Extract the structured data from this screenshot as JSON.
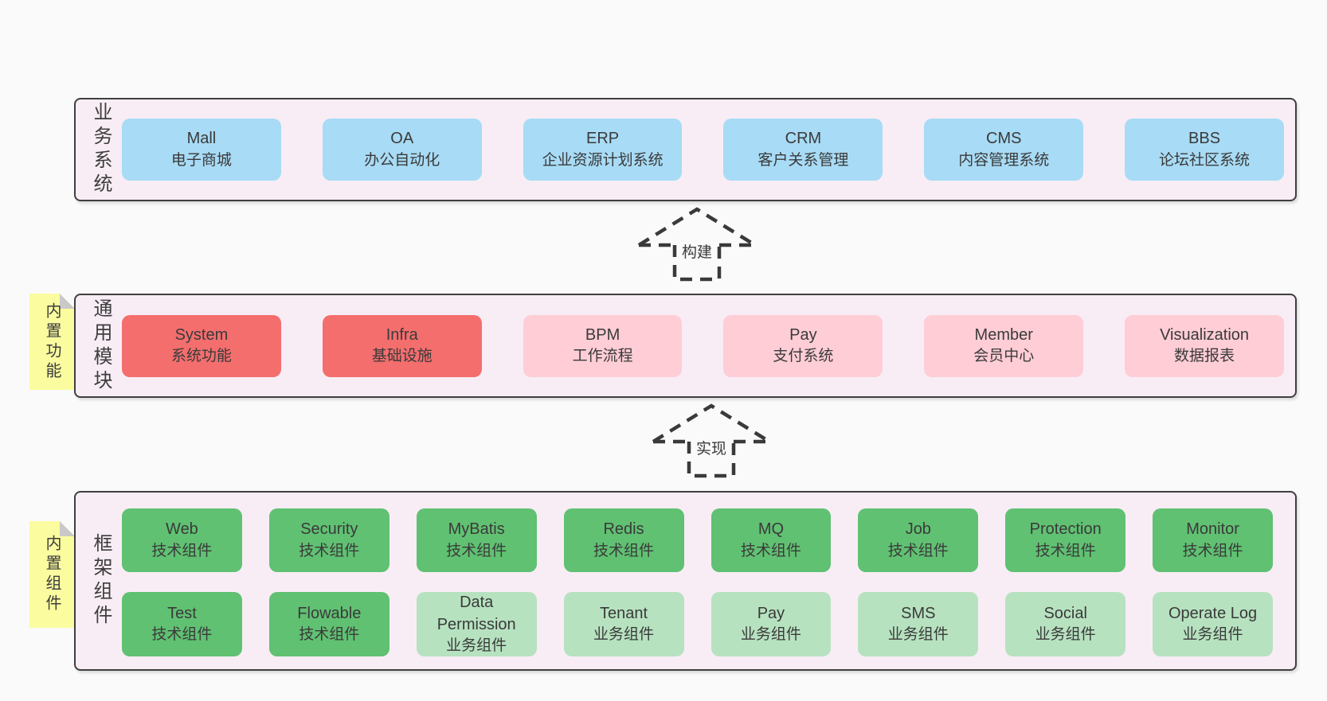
{
  "colors": {
    "page_background": "#fafafa",
    "band_background": "#f8edf5",
    "band_border": "#3f3f3f",
    "blue_box": "#a8dbf5",
    "red_box": "#f46e6e",
    "pink_box": "#fecdd6",
    "green_box": "#60c172",
    "light_green_box": "#b7e2c0",
    "sticky_yellow": "#fbfc9f",
    "sticky_fold_gray": "#c9c9c9",
    "text": "#3a3a3a"
  },
  "arrows": [
    {
      "label": "构建"
    },
    {
      "label": "实现"
    }
  ],
  "stickies": [
    {
      "label": "内置功能"
    },
    {
      "label": "内置组件"
    }
  ],
  "bands": [
    {
      "label": "业务系统",
      "boxes": [
        {
          "title": "Mall",
          "subtitle": "电子商城",
          "color": "blue"
        },
        {
          "title": "OA",
          "subtitle": "办公自动化",
          "color": "blue"
        },
        {
          "title": "ERP",
          "subtitle": "企业资源计划系统",
          "color": "blue"
        },
        {
          "title": "CRM",
          "subtitle": "客户关系管理",
          "color": "blue"
        },
        {
          "title": "CMS",
          "subtitle": "内容管理系统",
          "color": "blue"
        },
        {
          "title": "BBS",
          "subtitle": "论坛社区系统",
          "color": "blue"
        }
      ]
    },
    {
      "label": "通用模块",
      "boxes": [
        {
          "title": "System",
          "subtitle": "系统功能",
          "color": "red"
        },
        {
          "title": "Infra",
          "subtitle": "基础设施",
          "color": "red"
        },
        {
          "title": "BPM",
          "subtitle": "工作流程",
          "color": "pink"
        },
        {
          "title": "Pay",
          "subtitle": "支付系统",
          "color": "pink"
        },
        {
          "title": "Member",
          "subtitle": "会员中心",
          "color": "pink"
        },
        {
          "title": "Visualization",
          "subtitle": "数据报表",
          "color": "pink"
        }
      ]
    },
    {
      "label": "框架组件",
      "rows": [
        [
          {
            "title": "Web",
            "subtitle": "技术组件",
            "color": "green"
          },
          {
            "title": "Security",
            "subtitle": "技术组件",
            "color": "green"
          },
          {
            "title": "MyBatis",
            "subtitle": "技术组件",
            "color": "green"
          },
          {
            "title": "Redis",
            "subtitle": "技术组件",
            "color": "green"
          },
          {
            "title": "MQ",
            "subtitle": "技术组件",
            "color": "green"
          },
          {
            "title": "Job",
            "subtitle": "技术组件",
            "color": "green"
          },
          {
            "title": "Protection",
            "subtitle": "技术组件",
            "color": "green"
          },
          {
            "title": "Monitor",
            "subtitle": "技术组件",
            "color": "green"
          }
        ],
        [
          {
            "title": "Test",
            "subtitle": "技术组件",
            "color": "green"
          },
          {
            "title": "Flowable",
            "subtitle": "技术组件",
            "color": "green"
          },
          {
            "title": "Data Permission",
            "subtitle": "业务组件",
            "color": "green-light"
          },
          {
            "title": "Tenant",
            "subtitle": "业务组件",
            "color": "green-light"
          },
          {
            "title": "Pay",
            "subtitle": "业务组件",
            "color": "green-light"
          },
          {
            "title": "SMS",
            "subtitle": "业务组件",
            "color": "green-light"
          },
          {
            "title": "Social",
            "subtitle": "业务组件",
            "color": "green-light"
          },
          {
            "title": "Operate Log",
            "subtitle": "业务组件",
            "color": "green-light"
          }
        ]
      ]
    }
  ]
}
